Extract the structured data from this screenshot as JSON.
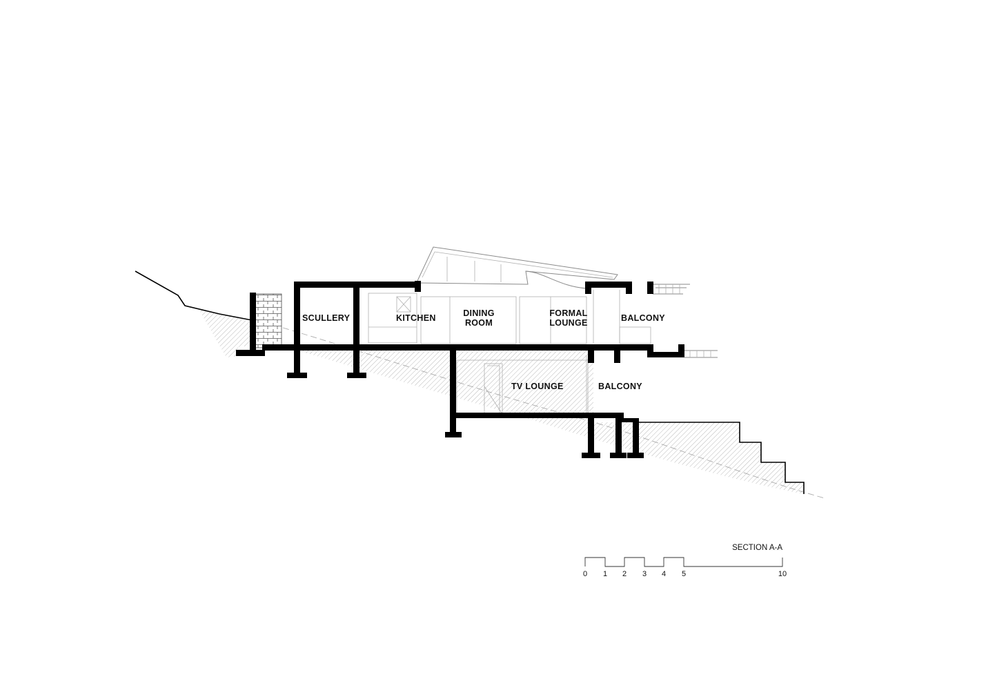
{
  "section": {
    "title": "SECTION A-A"
  },
  "rooms": {
    "scullery": "SCULLERY",
    "kitchen": "KITCHEN",
    "dining_line1": "DINING",
    "dining_line2": "ROOM",
    "formal_line1": "FORMAL",
    "formal_line2": "LOUNGE",
    "balcony_upper": "BALCONY",
    "tv_lounge": "TV LOUNGE",
    "balcony_lower": "BALCONY"
  },
  "scale_bar": {
    "ticks": [
      "0",
      "1",
      "2",
      "3",
      "4",
      "5",
      "10"
    ]
  },
  "colors": {
    "structure": "#000000",
    "hatch": "#9a9a9a",
    "linework": "#8a8a8a"
  }
}
